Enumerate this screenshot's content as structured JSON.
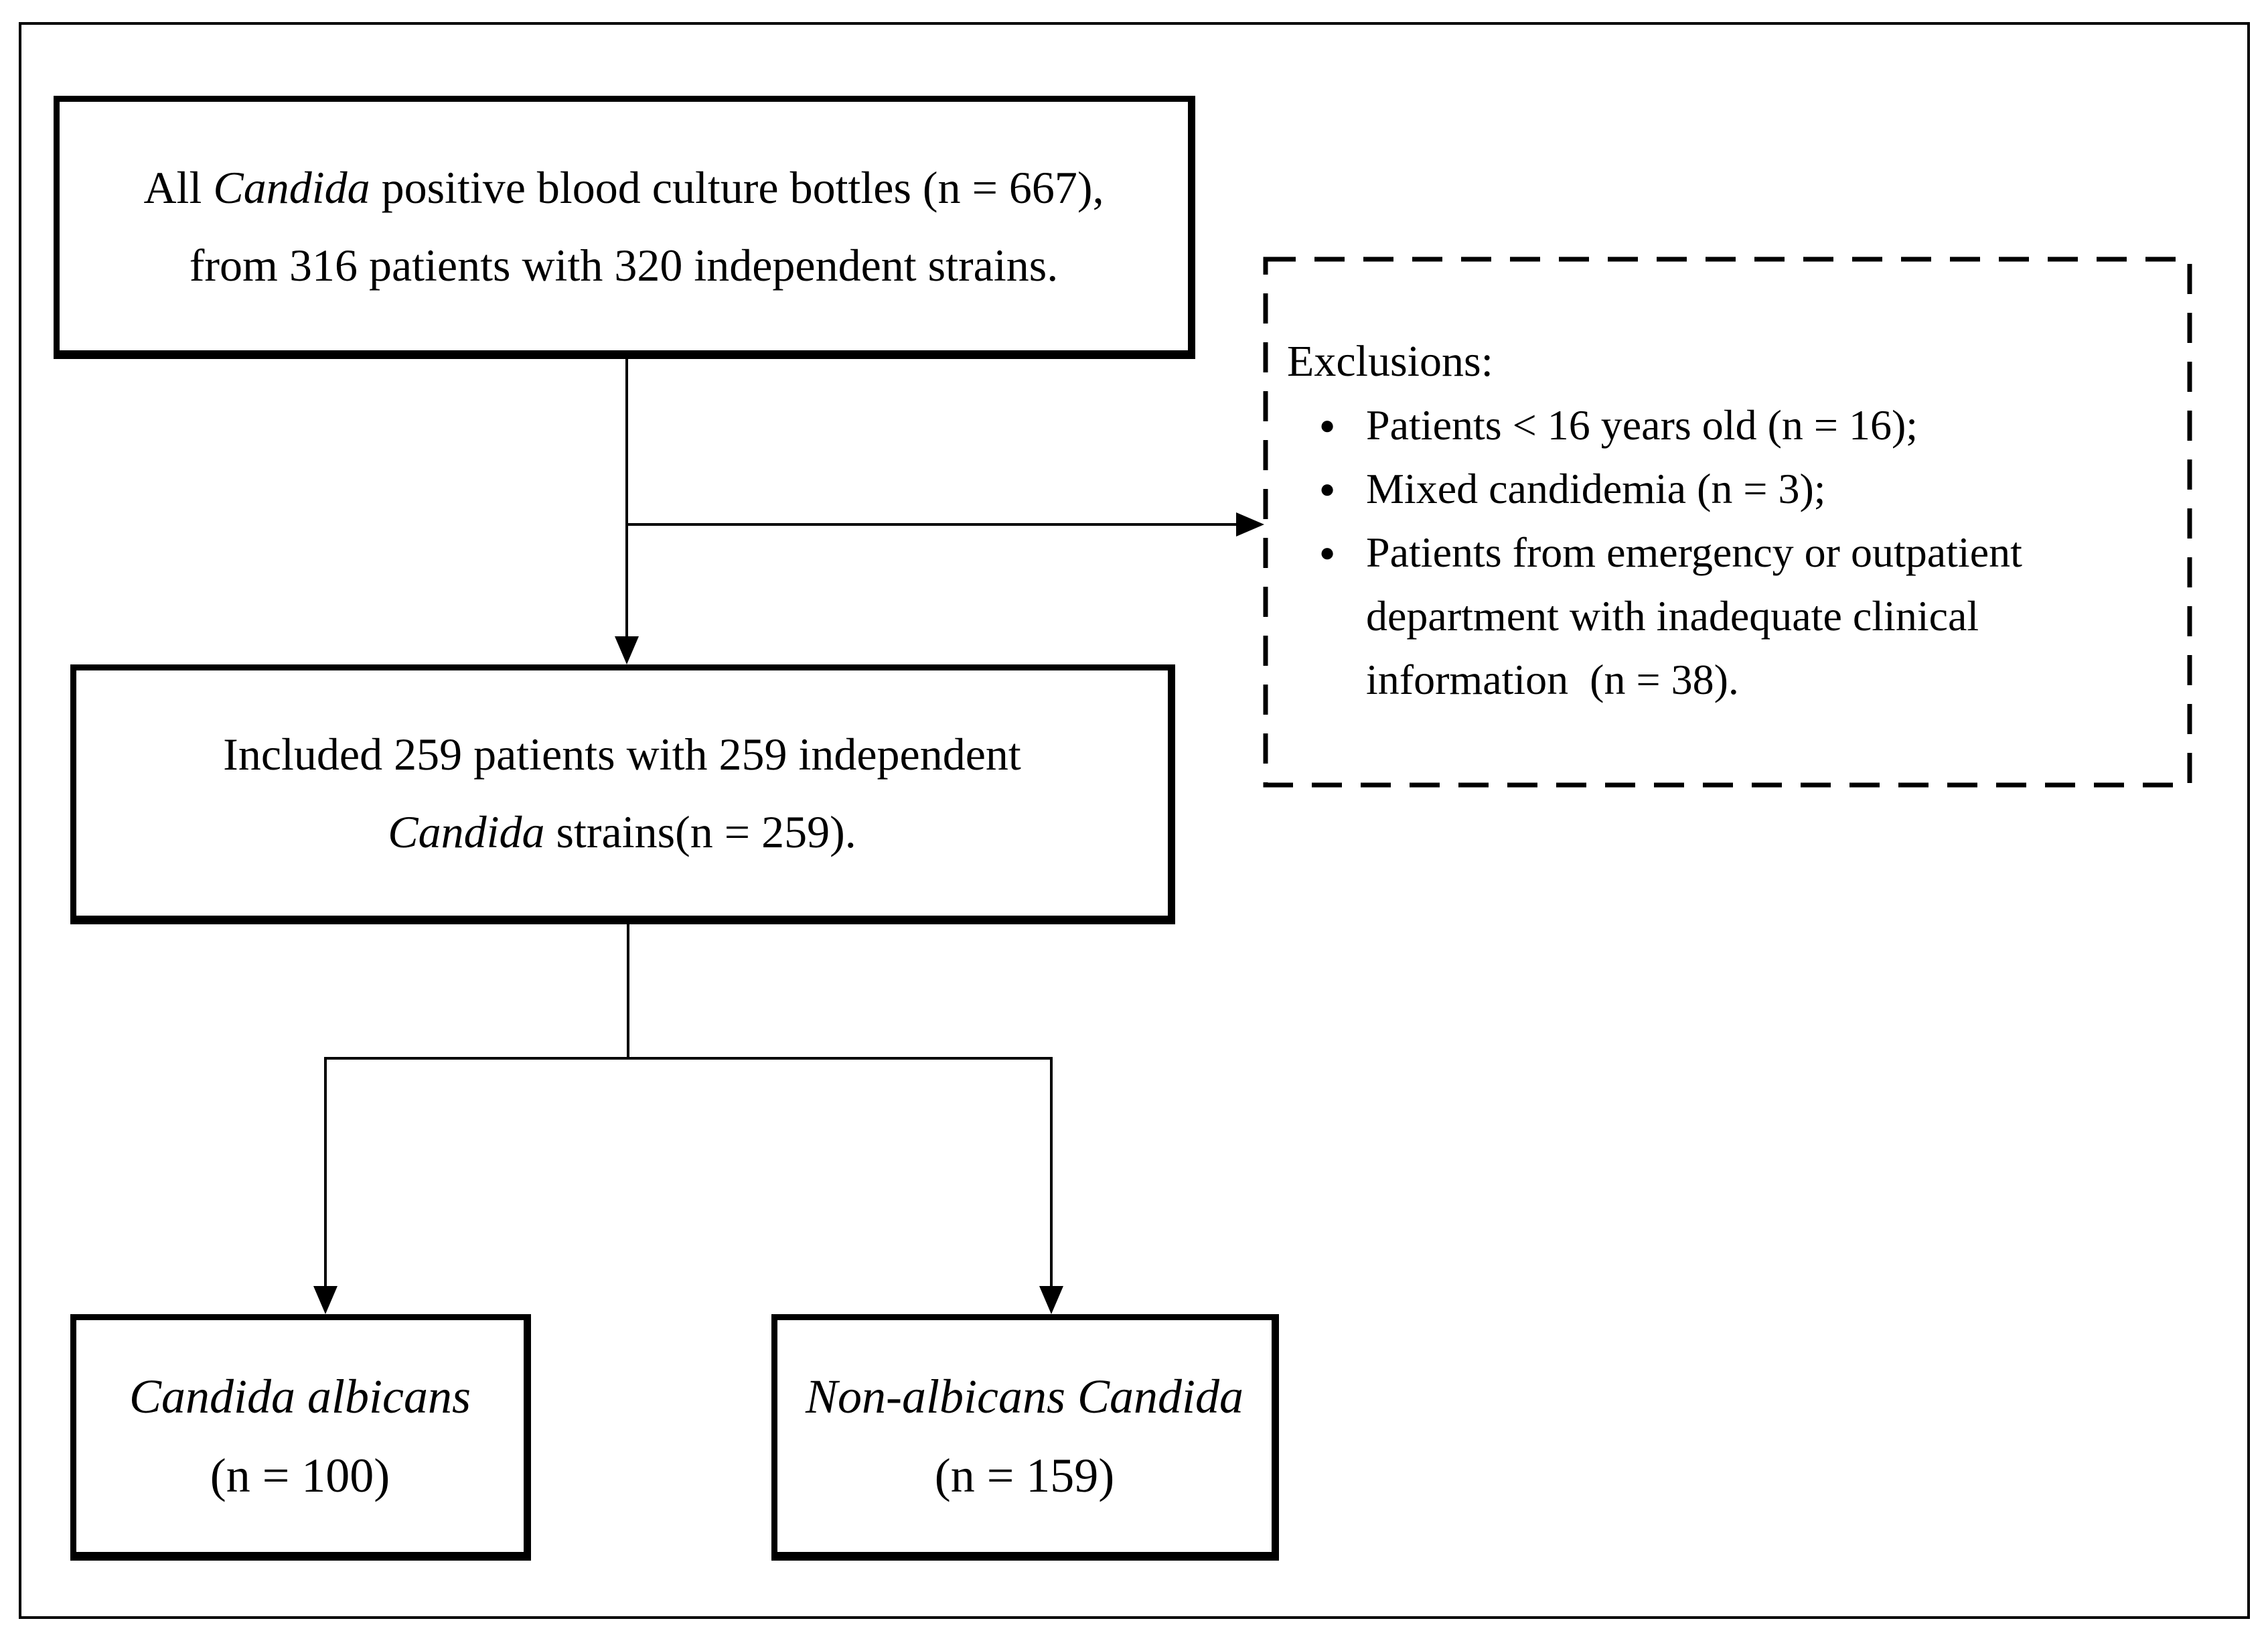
{
  "colors": {
    "ink": "#000000",
    "paper": "#ffffff"
  },
  "flowchart": {
    "source_box": {
      "line1_pre": "All ",
      "line1_italic": "Candida",
      "line1_post": " positive blood culture bottles (n = 667),",
      "line2": "from 316 patients with 320 independent strains."
    },
    "exclusions_box": {
      "title": "Exclusions:",
      "bullet": "●",
      "items": [
        "Patients < 16 years old (n = 16);",
        "Mixed candidemia (n = 3);",
        "Patients from emergency or outpatient department with inadequate clinical information  (n = 38)."
      ]
    },
    "included_box": {
      "line1": "Included 259 patients with 259 independent",
      "line2_italic": "Candida",
      "line2_post": " strains(n = 259)."
    },
    "albicans_box": {
      "line1": "Candida albicans",
      "line2": "(n = 100)"
    },
    "non_albicans_box": {
      "line1": "Non-albicans Candida",
      "line2": "(n = 159)"
    }
  }
}
